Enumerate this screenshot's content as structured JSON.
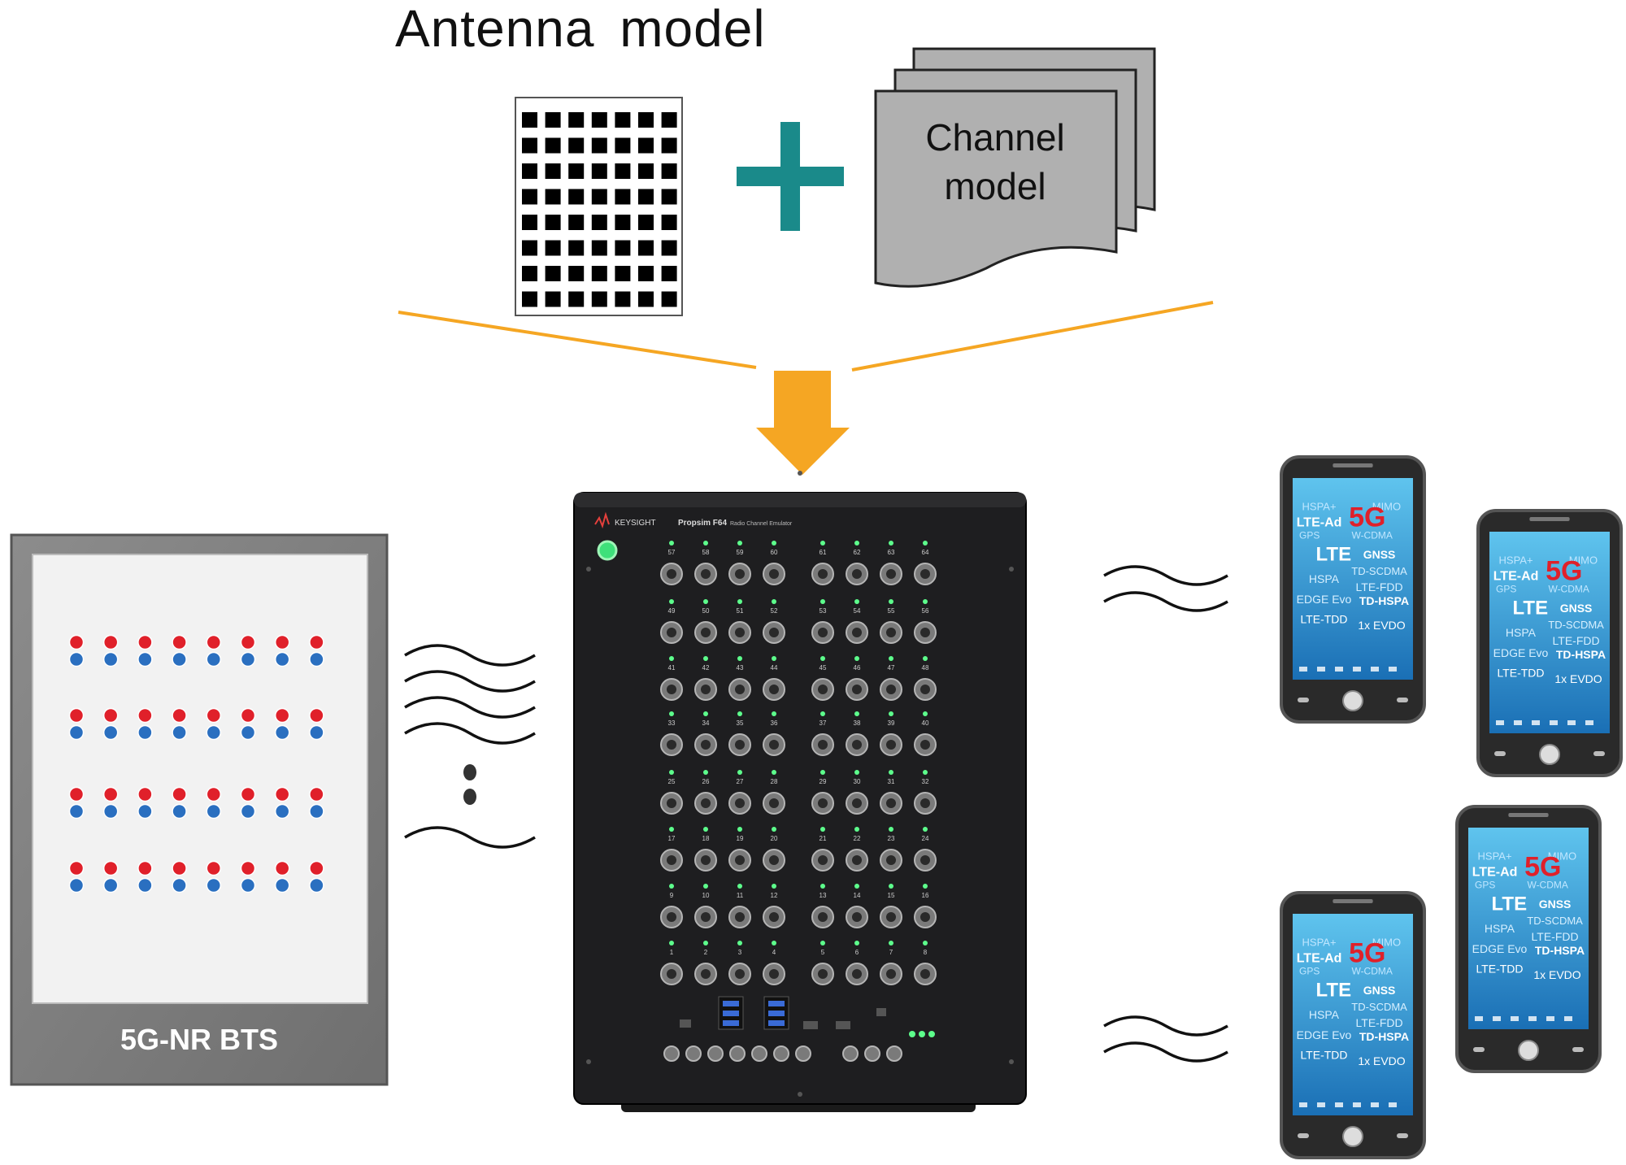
{
  "antenna": {
    "title": "Antenna model"
  },
  "channel": {
    "line1": "Channel",
    "line2": "model"
  },
  "bts": {
    "label": "5G-NR BTS"
  },
  "emulator": {
    "brand": "KEYSIGHT",
    "model": "Propsim F64",
    "subtitle": "Radio Channel Emulator",
    "port_rows": [
      [
        "57",
        "58",
        "59",
        "60",
        "61",
        "62",
        "63",
        "64"
      ],
      [
        "49",
        "50",
        "51",
        "52",
        "53",
        "54",
        "55",
        "56"
      ],
      [
        "41",
        "42",
        "43",
        "44",
        "45",
        "46",
        "47",
        "48"
      ],
      [
        "33",
        "34",
        "35",
        "36",
        "37",
        "38",
        "39",
        "40"
      ],
      [
        "25",
        "26",
        "27",
        "28",
        "29",
        "30",
        "31",
        "32"
      ],
      [
        "17",
        "18",
        "19",
        "20",
        "21",
        "22",
        "23",
        "24"
      ],
      [
        "9",
        "10",
        "11",
        "12",
        "13",
        "14",
        "15",
        "16"
      ],
      [
        "1",
        "2",
        "3",
        "4",
        "5",
        "6",
        "7",
        "8"
      ]
    ]
  },
  "phones": [
    {
      "tech": [
        "HSPA+",
        "MIMO",
        "LTE-Ad",
        "5G",
        "GPS",
        "W-CDMA",
        "LTE",
        "GNSS",
        "TD-SCDMA",
        "HSPA",
        "LTE-FDD",
        "EDGE Evo",
        "TD-HSPA",
        "LTE-TDD",
        "1x EVDO"
      ]
    },
    {
      "tech": [
        "HSPA+",
        "MIMO",
        "LTE-Ad",
        "5G",
        "GPS",
        "W-CDMA",
        "LTE",
        "GNSS",
        "TD-SCDMA",
        "HSPA",
        "LTE-FDD",
        "EDGE Evo",
        "TD-HSPA",
        "LTE-TDD",
        "1x EVDO"
      ]
    },
    {
      "tech": [
        "HSPA+",
        "MIMO",
        "LTE-Ad",
        "5G",
        "GPS",
        "W-CDMA",
        "LTE",
        "GNSS",
        "TD-SCDMA",
        "HSPA",
        "LTE-FDD",
        "EDGE Evo",
        "TD-HSPA",
        "LTE-TDD",
        "1x EVDO"
      ]
    },
    {
      "tech": [
        "HSPA+",
        "MIMO",
        "LTE-Ad",
        "5G",
        "GPS",
        "W-CDMA",
        "LTE",
        "GNSS",
        "TD-SCDMA",
        "HSPA",
        "LTE-FDD",
        "EDGE Evo",
        "TD-HSPA",
        "LTE-TDD",
        "1x EVDO"
      ]
    }
  ],
  "colors": {
    "teal": "#1a8a8a",
    "orange": "#f5a623",
    "red_dot": "#e0202a",
    "blue_dot": "#2a6fc0"
  }
}
